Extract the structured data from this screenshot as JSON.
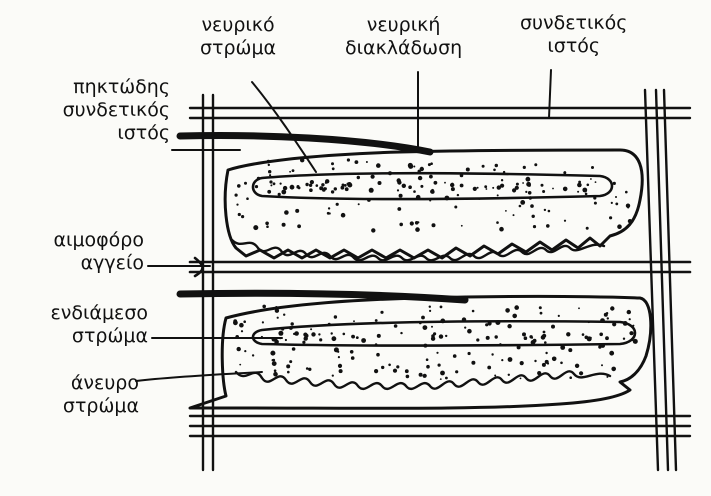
{
  "labels": {
    "neural_layer": [
      "νευρικό",
      "στρώμα"
    ],
    "neural_branch": [
      "νευρική",
      "διακλάδωση"
    ],
    "connective_tissue": [
      "συνδετικός",
      "ιστός"
    ],
    "dense_connective_tissue": [
      "πηκτώδης",
      "συνδετικός",
      "ιστός"
    ],
    "blood_vessel": [
      "αιμοφόρο",
      "αγγείο"
    ],
    "intermediate_layer": [
      "ενδιάμεσο",
      "στρώμα"
    ],
    "nerveless_layer": [
      "άνευρο",
      "στρώμα"
    ]
  },
  "colors": {
    "ink": "#111111",
    "paper": "#fbfbf8"
  }
}
